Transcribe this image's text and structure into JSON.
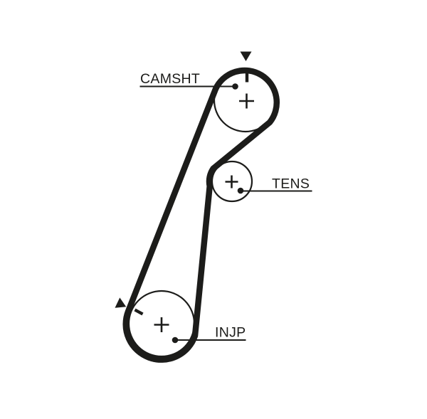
{
  "diagram": {
    "type": "timing-belt-routing-diagram",
    "labels": {
      "camshaft": "CAMSHT",
      "tensioner": "TENS",
      "injection_pump": "INJP"
    },
    "colors": {
      "line": "#1c1c1a",
      "background": "#ffffff"
    },
    "icons": {
      "camshaft_pointer": "down-triangle-timing-pointer-icon",
      "injp_pointer": "right-triangle-timing-pointer-icon",
      "camshaft_timing_mark": "pulley-timing-dash",
      "injp_timing_mark": "pulley-timing-dash",
      "pulley_center": "center-cross"
    }
  }
}
